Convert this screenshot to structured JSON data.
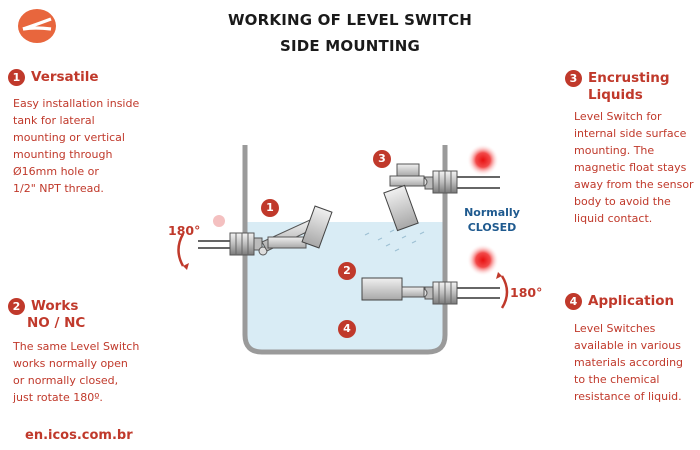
{
  "header": {
    "title_line1": "WORKING OF LEVEL SWITCH",
    "title_line2": "SIDE MOUNTING"
  },
  "features": [
    {
      "number": "1",
      "heading": "Versatile",
      "lines": [
        "Easy installation inside",
        "tank for lateral",
        "mounting or vertical",
        "mounting through",
        "Ø16mm hole or",
        "1/2\" NPT thread."
      ]
    },
    {
      "number": "2",
      "heading_line1": "Works",
      "heading_line2": "NO / NC",
      "lines": [
        "The same Level Switch",
        "works normally open",
        "or normally closed,",
        "just rotate 180º."
      ]
    },
    {
      "number": "3",
      "heading_line1": "Encrusting",
      "heading_line2": "Liquids",
      "lines": [
        "Level Switch for",
        "internal side surface",
        "mounting. The",
        "magnetic float stays",
        "away from the sensor",
        "body to avoid the",
        "liquid contact."
      ]
    },
    {
      "number": "4",
      "heading": "Application",
      "lines": [
        "Level Switches",
        "available in various",
        "materials according",
        "to the chemical",
        "resistance of liquid."
      ]
    }
  ],
  "diagram": {
    "markers": [
      "1",
      "2",
      "3",
      "4"
    ],
    "state_label_line1": "Normally",
    "state_label_line2": "CLOSED",
    "rotation_left": "180°",
    "rotation_right": "180°"
  },
  "footer": {
    "website": "en.icos.com.br"
  },
  "colors": {
    "accent": "#c0392b",
    "logo": "#e8663d",
    "state_blue": "#1f5a8f",
    "liquid": "#d9ecf5"
  }
}
